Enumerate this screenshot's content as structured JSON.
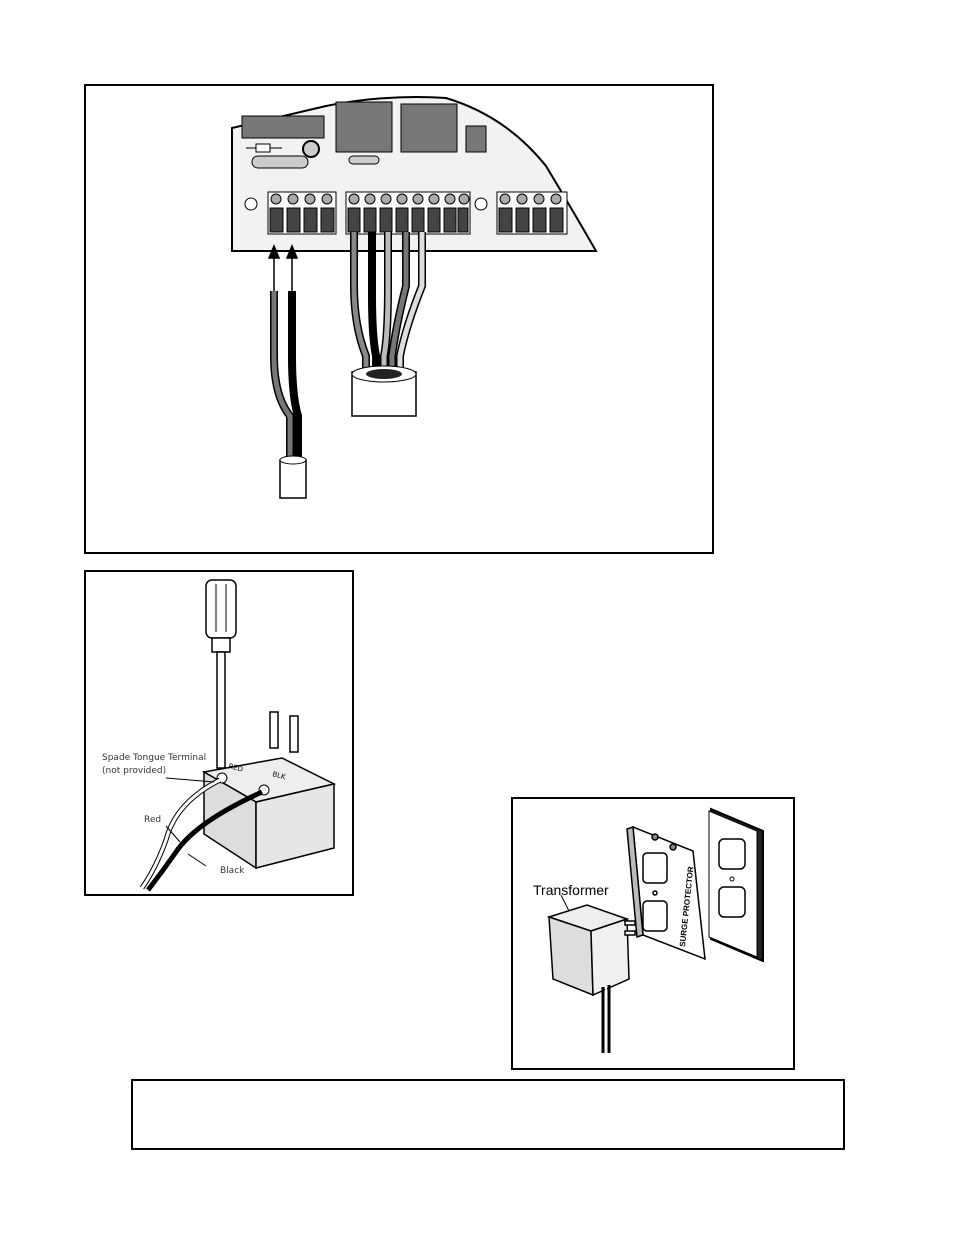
{
  "panels": {
    "wiring": {},
    "transformer_terminal": {
      "labels": {
        "spade_line1": "Spade Tongue Terminal",
        "spade_line2": "(not provided)",
        "red": "Red",
        "black": "Black",
        "red_terminal": "RED",
        "blk_terminal": "BLK"
      }
    },
    "outlet": {
      "transformer_label": "Transformer",
      "surge_label": "SURGE PROTECTOR"
    },
    "note": {}
  },
  "colors": {
    "line": "#000000",
    "panel_fill": "#ffffff",
    "dark_gray": "#555555",
    "mid_gray": "#888888",
    "light_gray": "#cccccc"
  }
}
